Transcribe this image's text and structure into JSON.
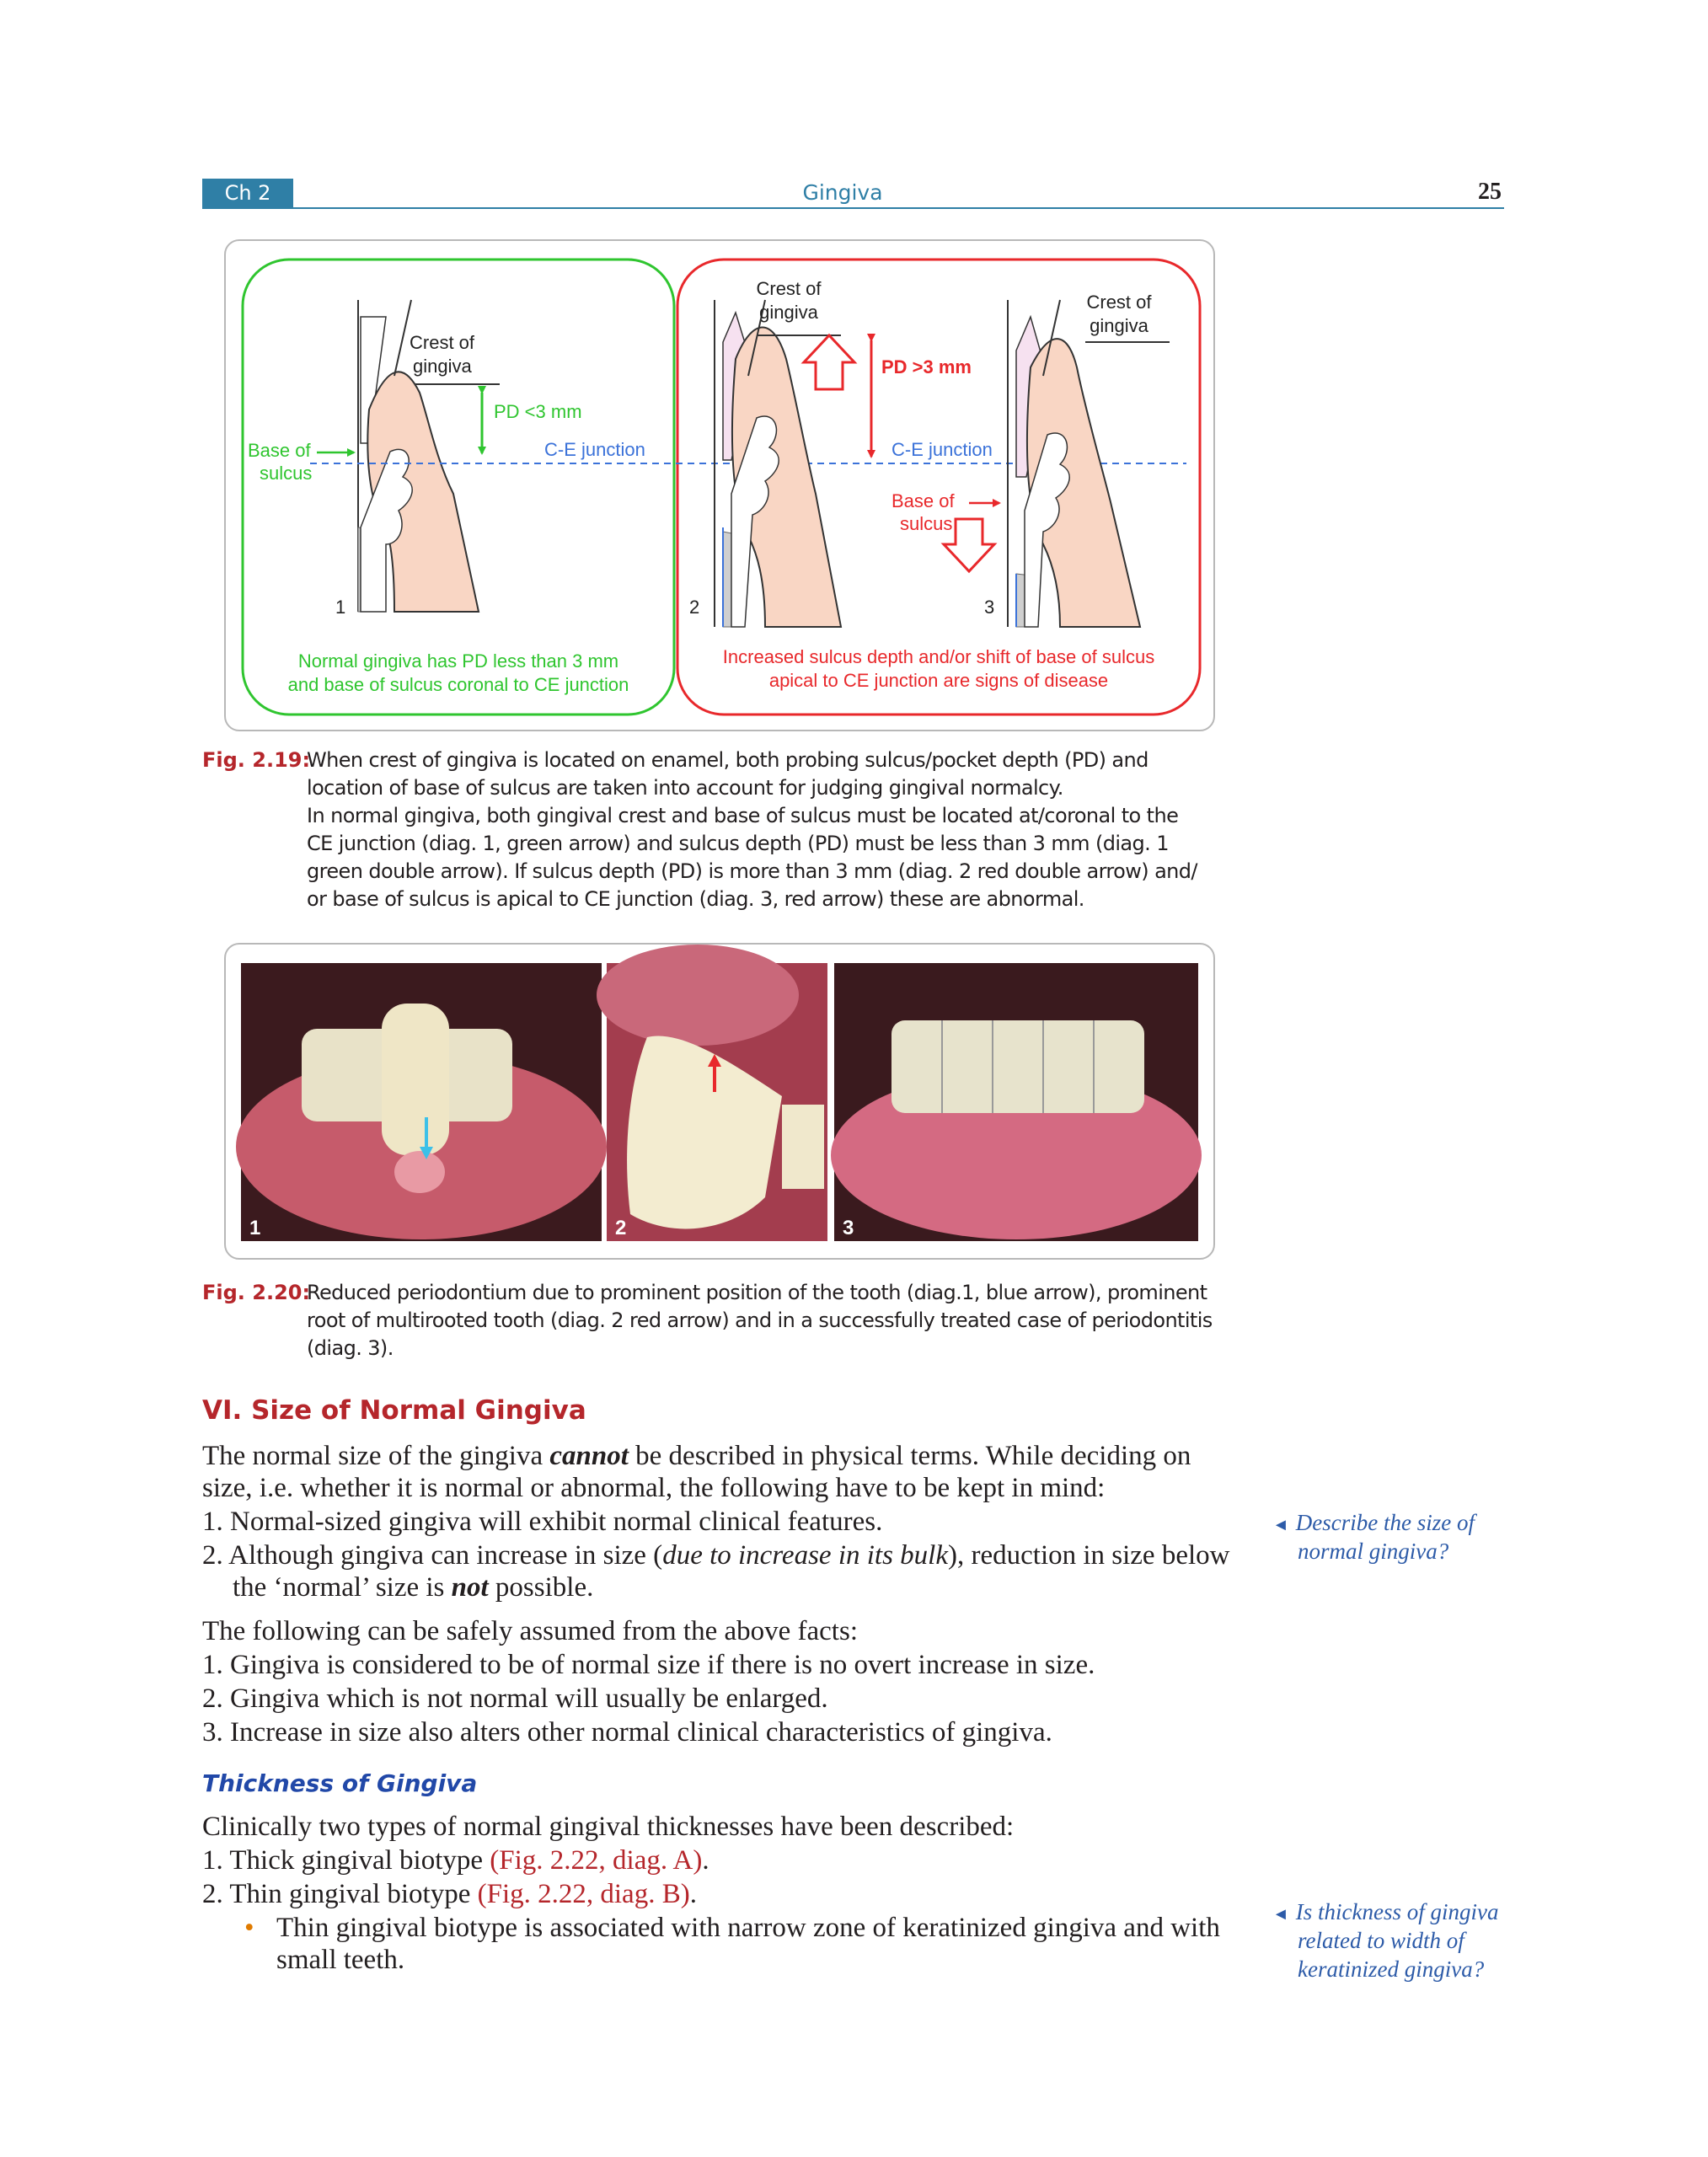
{
  "header": {
    "chapter_tab": "Ch 2",
    "running_title": "Gingiva",
    "page_number": "25"
  },
  "fig219": {
    "panel1": {
      "crest_of": "Crest of",
      "gingiva": "gingiva",
      "pd": "PD <3 mm",
      "cej": "C-E junction",
      "base_of": "Base of",
      "sulcus": "sulcus",
      "number": "1",
      "caption_line1": "Normal gingiva has PD less than 3 mm",
      "caption_line2": "and base of sulcus coronal to CE junction"
    },
    "panel2": {
      "crest_of": "Crest of",
      "gingiva": "gingiva",
      "pd": "PD >3 mm",
      "cej": "C-E junction",
      "base_of": "Base of",
      "sulcus": "sulcus",
      "number": "2"
    },
    "panel3": {
      "crest_of": "Crest of",
      "gingiva": "gingiva",
      "number": "3"
    },
    "abnormal_caption_line1": "Increased sulcus depth and/or shift of base of sulcus",
    "abnormal_caption_line2": "apical to CE junction are signs of disease",
    "colors": {
      "normal": "#2fc52f",
      "abnormal": "#e8282b",
      "cej": "#3b72d9",
      "gingiva": "#f9d6c4"
    }
  },
  "fig219_caption": {
    "label": "Fig. 2.19:",
    "line1": "When crest of gingiva is located on enamel, both probing sulcus/pocket depth (PD) and",
    "line2": "location of base of sulcus are taken into account for judging gingival normalcy.",
    "line3": "In normal gingiva, both gingival crest and base of sulcus must be located at/coronal to the",
    "line4": "CE junction (diag. 1, green arrow) and sulcus depth (PD) must be less than 3 mm (diag. 1",
    "line5": "green double arrow). If sulcus depth (PD) is more than 3 mm (diag. 2 red double arrow) and/",
    "line6": "or base of sulcus is apical to CE junction (diag. 3, red arrow) these are abnormal."
  },
  "fig220": {
    "photo1_number": "1",
    "photo2_number": "2",
    "photo3_number": "3"
  },
  "fig220_caption": {
    "label": "Fig. 2.20:",
    "line1": "Reduced periodontium due to prominent position of the tooth (diag.1, blue arrow), prominent",
    "line2": "root of multirooted tooth (diag. 2 red arrow) and in a successfully treated case of periodontitis",
    "line3": "(diag. 3)."
  },
  "section": {
    "heading": "VI.  Size of Normal Gingiva",
    "intro1_a": "The normal size of the gingiva ",
    "intro1_em": "cannot",
    "intro1_b": " be described in physical terms. While deciding on",
    "intro2": "size, i.e. whether it is normal or abnormal, the following have to be kept in mind:",
    "item1": "1. Normal-sized gingiva will exhibit normal clinical features.",
    "item2_a": "2. Although gingiva can increase in size (",
    "item2_em": "due to increase in its bulk",
    "item2_b": "), reduction in size below",
    "item2_c_a": "the ‘normal’ size is ",
    "item2_c_em": "not",
    "item2_c_b": " possible.",
    "follow": "The following can be safely assumed from the above facts:",
    "f1": "1. Gingiva is considered to be of normal size if there is no overt increase in size.",
    "f2": "2. Gingiva which is not normal will usually be enlarged.",
    "f3": "3. Increase in size also alters other normal clinical characteristics of gingiva."
  },
  "thickness": {
    "heading": "Thickness of Gingiva",
    "intro": "Clinically two types of normal gingival thicknesses have been described:",
    "i1_a": "1. Thick gingival biotype ",
    "i1_ref": "(Fig. 2.22, diag. A)",
    "i1_b": ".",
    "i2_a": "2. Thin gingival biotype ",
    "i2_ref": "(Fig. 2.22, diag. B)",
    "i2_b": ".",
    "bullet": "•",
    "b1_line1": "Thin gingival biotype is associated with narrow zone of keratinized gingiva and with",
    "b1_line2": "small teeth."
  },
  "margin": {
    "triangle_icon": "◄",
    "q1_line1": "Describe the size of",
    "q1_line2": "normal gingiva?",
    "q2_line1": "Is thickness of gingiva",
    "q2_line2": "related to width of",
    "q2_line3": "keratinized gingiva?"
  }
}
